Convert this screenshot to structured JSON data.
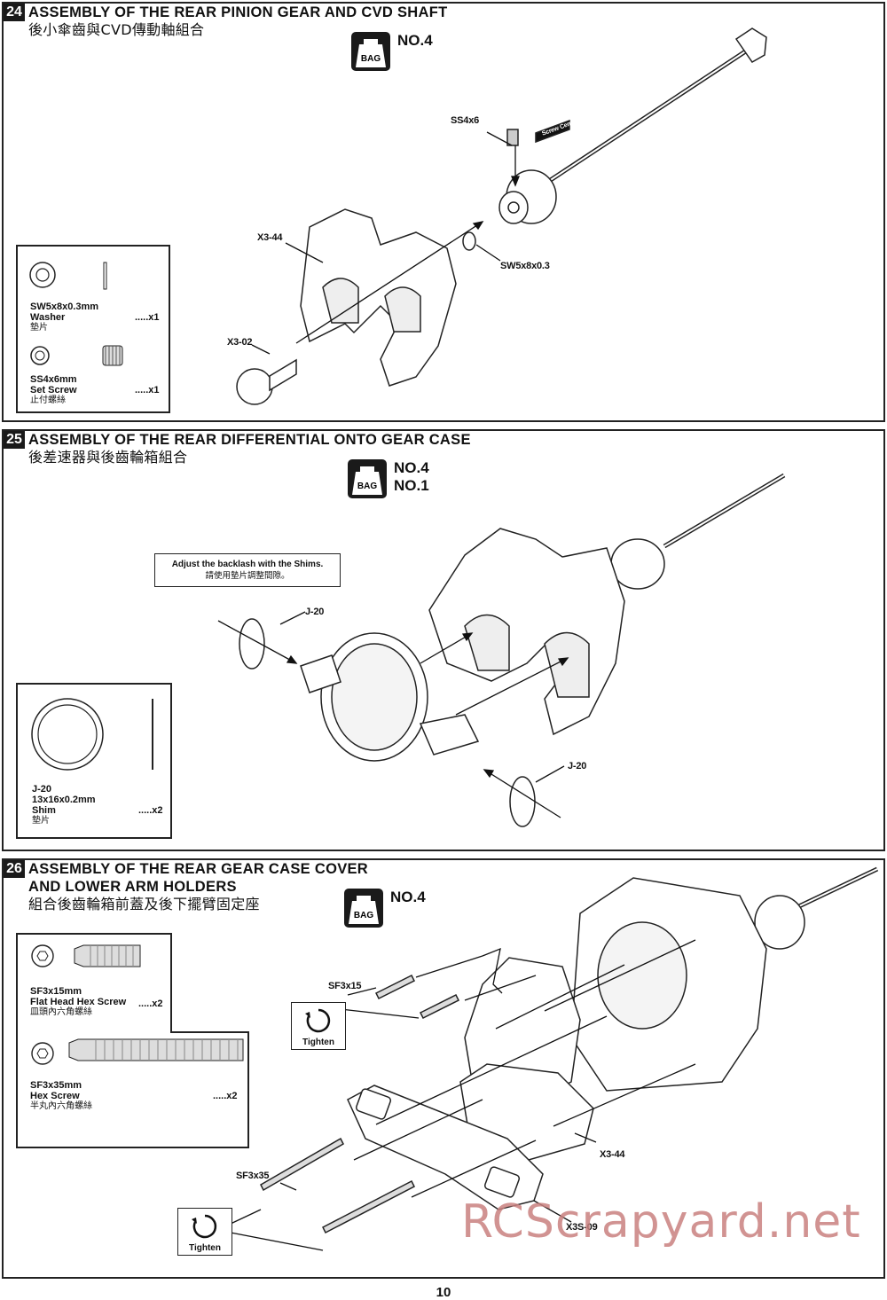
{
  "steps": [
    {
      "number": "24",
      "title": "ASSEMBLY OF THE REAR PINION GEAR AND CVD SHAFT",
      "title_zh": "後小傘齒與CVD傳動軸組合",
      "bags": [
        "NO.4"
      ],
      "callouts": [
        "SS4x6",
        "X3-44",
        "X3-02",
        "SW5x8x0.3"
      ],
      "cement_label": "Screw Cement",
      "parts": [
        {
          "code": "SW5x8x0.3mm",
          "name": "Washer",
          "name_zh": "墊片",
          "qty": ".....x1"
        },
        {
          "code": "SS4x6mm",
          "name": "Set Screw",
          "name_zh": "止付螺絲",
          "qty": ".....x1"
        }
      ]
    },
    {
      "number": "25",
      "title": "ASSEMBLY OF THE REAR DIFFERENTIAL ONTO GEAR CASE",
      "title_zh": "後差速器與後齒輪箱組合",
      "bags": [
        "NO.4",
        "NO.1"
      ],
      "note": "Adjust the backlash with the Shims.",
      "note_zh": "請使用墊片調整間隙。",
      "callouts": [
        "J-20",
        "J-20"
      ],
      "parts": [
        {
          "code": "J-20",
          "size": "13x16x0.2mm",
          "name": "Shim",
          "name_zh": "墊片",
          "qty": ".....x2"
        }
      ]
    },
    {
      "number": "26",
      "title": "ASSEMBLY OF THE REAR GEAR CASE COVER",
      "title2": "AND LOWER ARM HOLDERS",
      "title_zh": "組合後齒輪箱前蓋及後下擺臂固定座",
      "bags": [
        "NO.4"
      ],
      "callouts": [
        "SF3x15",
        "SF3x35",
        "X3-44",
        "X3S-09"
      ],
      "tighten": "Tighten",
      "parts": [
        {
          "code": "SF3x15mm",
          "name": "Flat Head Hex Screw",
          "name_zh": "皿頭內六角螺絲",
          "qty": ".....x2"
        },
        {
          "code": "SF3x35mm",
          "name": "Hex Screw",
          "name_zh": "半丸內六角螺絲",
          "qty": ".....x2"
        }
      ]
    }
  ],
  "page_number": "10",
  "watermark": "RCScrapyard.net"
}
